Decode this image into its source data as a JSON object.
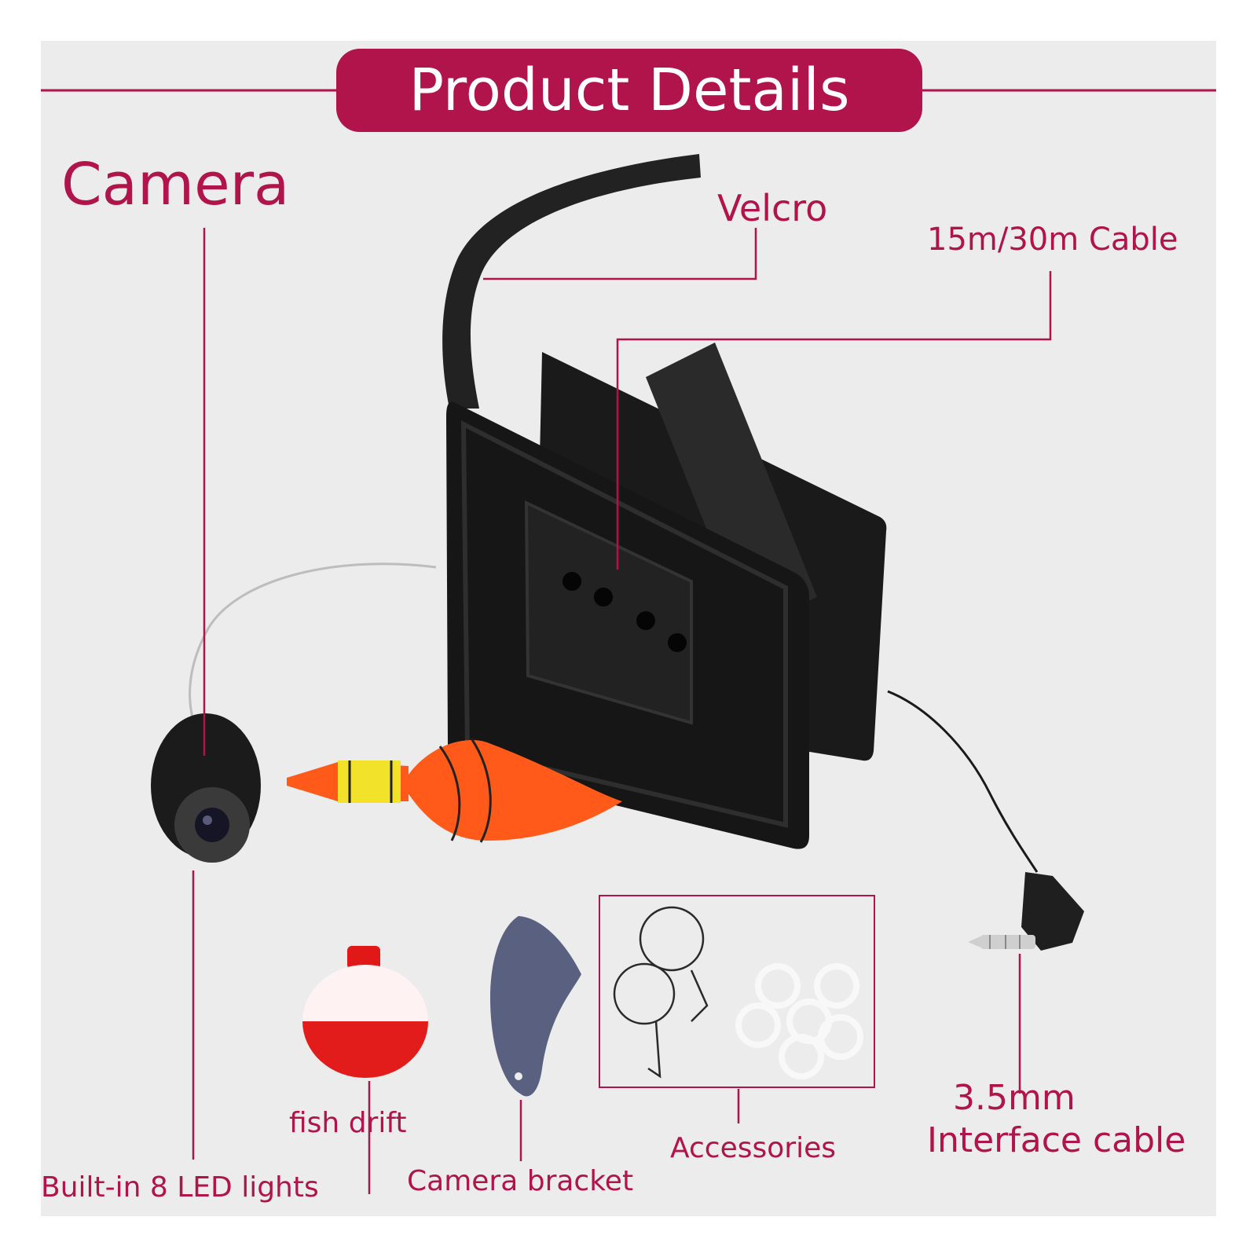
{
  "header": {
    "title": "Product Details"
  },
  "labels": {
    "camera": "Camera",
    "velcro": "Velcro",
    "cable": "15m/30m Cable",
    "led": "Built-in 8 LED lights",
    "fish_drift": "fish drift",
    "bracket": "Camera bracket",
    "accessories": "Accessories",
    "interface_line1": "3.5mm",
    "interface_line2": "Interface cable"
  },
  "colors": {
    "accent": "#b0144a",
    "background": "#ececec",
    "product_black": "#1c1c1c",
    "float_orange": "#ff5a1a",
    "float_yellow": "#f2e22a"
  }
}
